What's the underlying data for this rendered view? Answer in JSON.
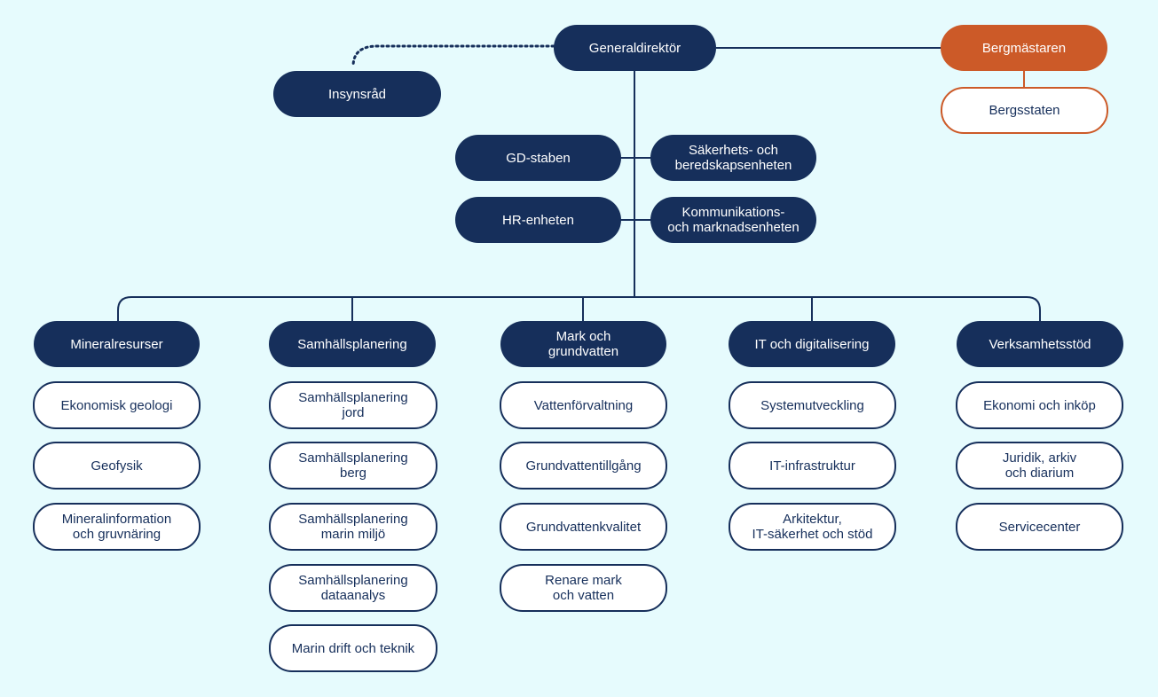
{
  "colors": {
    "background": "#e6fbfd",
    "navy": "#162f5b",
    "orange": "#cc5a28",
    "white": "#ffffff"
  },
  "top": {
    "director": "Generaldirektör",
    "insynsrad": "Insynsråd",
    "bergmastaren": "Bergmästaren",
    "bergsstaten": "Bergsstaten"
  },
  "staff": {
    "gd_staben": "GD-staben",
    "sakerhet": "Säkerhets- och\nberedskapsenheten",
    "hr": "HR-enheten",
    "kommunikation": "Kommunikations-\noch marknadsenheten"
  },
  "departments": [
    {
      "name": "Mineralresurser",
      "units": [
        "Ekonomisk geologi",
        "Geofysik",
        "Mineralinformation\noch gruvnäring"
      ]
    },
    {
      "name": "Samhällsplanering",
      "units": [
        "Samhällsplanering\njord",
        "Samhällsplanering\nberg",
        "Samhällsplanering\nmarin miljö",
        "Samhällsplanering\ndataanalys",
        "Marin drift och teknik"
      ]
    },
    {
      "name": "Mark och\ngrundvatten",
      "units": [
        "Vattenförvaltning",
        "Grundvattentillgång",
        "Grundvattenkvalitet",
        "Renare mark\noch vatten"
      ]
    },
    {
      "name": "IT och digitalisering",
      "units": [
        "Systemutveckling",
        "IT-infrastruktur",
        "Arkitektur,\nIT-säkerhet och stöd"
      ]
    },
    {
      "name": "Verksamhetsstöd",
      "units": [
        "Ekonomi och inköp",
        "Juridik, arkiv\noch diarium",
        "Servicecenter"
      ]
    }
  ]
}
